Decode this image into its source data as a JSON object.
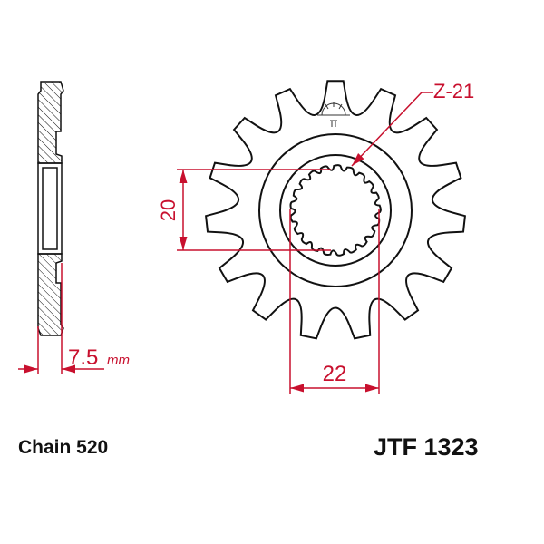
{
  "dimensions": {
    "spline_teeth": "Z-21",
    "inner_diameter": "20",
    "outer_spline": "22",
    "thickness_value": "7.5",
    "thickness_unit": "mm"
  },
  "captions": {
    "chain": "Chain 520",
    "part_number": "JTF 1323"
  },
  "colors": {
    "dimension": "#c8102e",
    "outline": "#111111"
  },
  "sprocket": {
    "teeth": 15,
    "spline_teeth": 21
  }
}
